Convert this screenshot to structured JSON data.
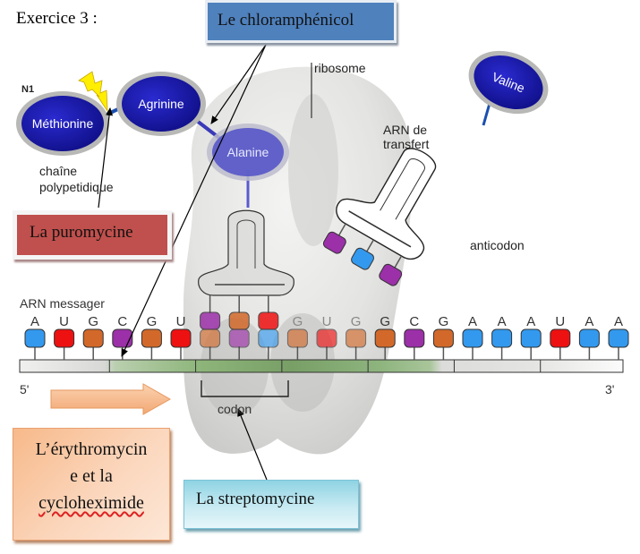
{
  "exercise_title": "Exercice 3 :",
  "callouts": {
    "chloramphenicol": "Le chloramphénicol",
    "puromycin": "La puromycine",
    "erythromycin_line1": "L’érythromycin",
    "erythromycin_line2": "e et la",
    "erythromycin_line3": "cycloheximide",
    "streptomycin": "La streptomycine"
  },
  "labels": {
    "n_terminal": "N1",
    "ribosome": "ribosome",
    "chain_line1": "chaîne",
    "chain_line2": "polypetidique",
    "trna_line1": "ARN de",
    "trna_line2": "transfert",
    "anticodon": "anticodon",
    "mrna": "ARN messager",
    "five_prime": "5'",
    "three_prime": "3'",
    "codon": "codon"
  },
  "amino_acids": {
    "methionine": "Méthionine",
    "arginine": "Agrinine",
    "alanine": "Alanine",
    "valine": "Valine"
  },
  "mrna_sequence": [
    "A",
    "U",
    "G",
    "C",
    "G",
    "U",
    "G",
    "C",
    "A",
    "G",
    "U",
    "G",
    "G",
    "C",
    "G",
    "A",
    "A",
    "A",
    "U",
    "A",
    "A"
  ],
  "mrna_visible_letters": [
    "A",
    "U",
    "G",
    "C",
    "G",
    "U",
    "",
    "",
    "",
    "G",
    "U",
    "G",
    "G",
    "C",
    "G",
    "A",
    "A",
    "A",
    "U",
    "A",
    "A"
  ],
  "trna_in_ribosome_anticodon": [
    "C",
    "G",
    "U"
  ],
  "free_trna_anticodon": [
    "C",
    "A",
    "C"
  ],
  "colors": {
    "A": "#3399ee",
    "U": "#ee1111",
    "G": "#d2692a",
    "C": "#9b30a8",
    "amino_acid": "#1a1aa8",
    "mrna_green": "#7aa860",
    "lightning": "#ffee00",
    "arrow_orange": "#f6b98c"
  }
}
